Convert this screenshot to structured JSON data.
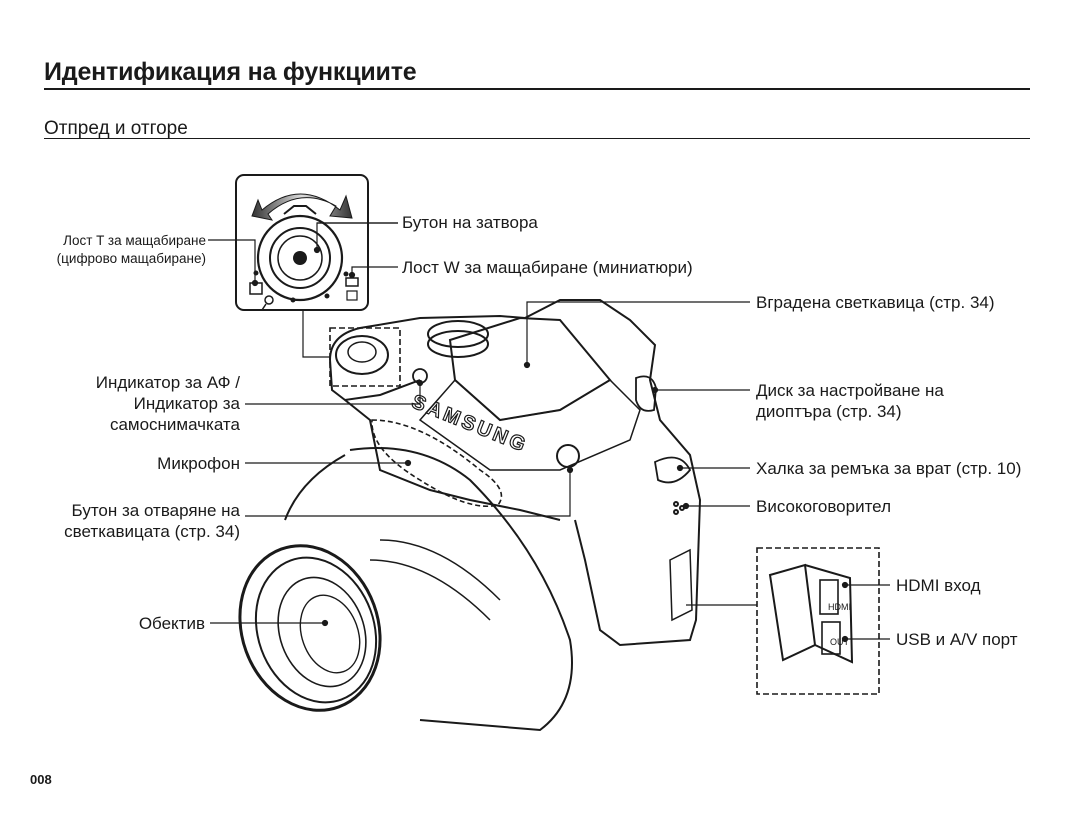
{
  "header": {
    "title": "Идентификация на функциите",
    "subtitle": "Отпред и отгоре"
  },
  "callouts": {
    "zoom_t_line1": "Лост T за мащабиране",
    "zoom_t_line2": "(цифрово мащабиране)",
    "shutter": "Бутон на затвора",
    "zoom_w": "Лост W за мащабиране (миниатюри)",
    "flash": "Вградена светкавица (стр. 34)",
    "af_line1": "Индикатор за АФ /",
    "af_line2": "Индикатор за",
    "af_line3": "самоснимачката",
    "diopter_line1": "Диск за настройване на",
    "diopter_line2": "диоптъра (стр. 34)",
    "microphone": "Микрофон",
    "strap": "Халка за ремъка за врат (стр. 10)",
    "flash_btn_line1": "Бутон за отваряне на",
    "flash_btn_line2": "светкавицата (стр. 34)",
    "speaker": "Високоговорител",
    "hdmi": "HDMI вход",
    "usb": "USB и A/V порт",
    "lens": "Обектив"
  },
  "camera": {
    "brand": "SAMSUNG",
    "port_labels": [
      "HDMI",
      "OUT"
    ]
  },
  "footer": {
    "page_number": "008"
  }
}
